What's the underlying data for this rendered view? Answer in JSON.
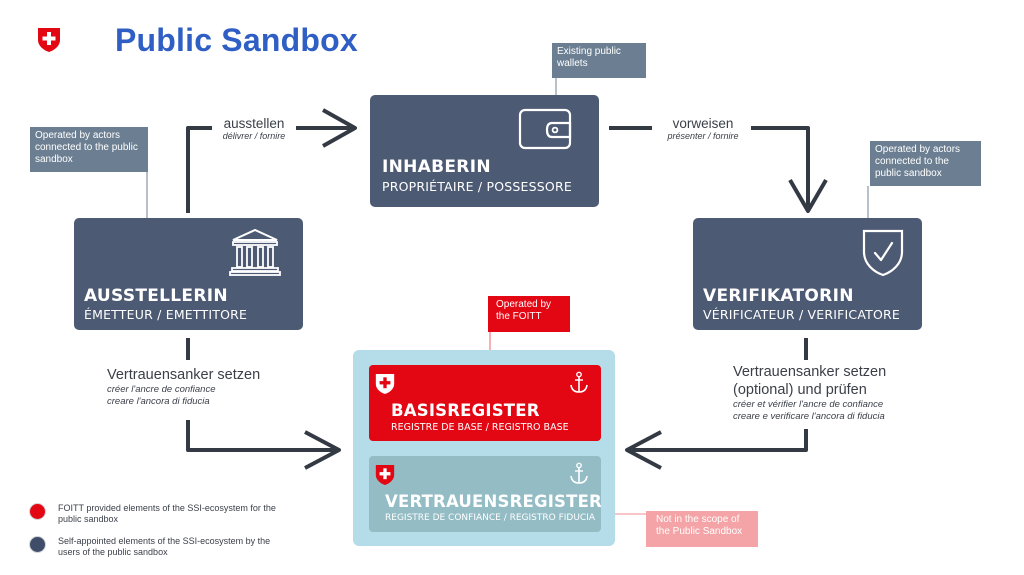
{
  "header": {
    "title": "Public Sandbox"
  },
  "holder": {
    "name": "INHABERIN",
    "sub": "PROPRIÉTAIRE / POSSESSORE",
    "icon": "wallet-icon",
    "note": "Existing public wallets"
  },
  "issuer": {
    "name": "AUSSTELLERIN",
    "sub": "ÉMETTEUR / EMETTITORE",
    "icon": "building-icon",
    "note": "Operated by actors connected to the public sandbox"
  },
  "verifier": {
    "name": "VERIFIKATORIN",
    "sub": "VÉRIFICATEUR / VERIFICATORE",
    "icon": "shield-check-icon",
    "note": "Operated by actors connected to the public sandbox"
  },
  "flows": {
    "issue": {
      "main": "ausstellen",
      "sub": "délivrer / fornire"
    },
    "present": {
      "main": "vorweisen",
      "sub": "présenter / fornire"
    },
    "issuer_anchor": {
      "main": "Vertrauensanker setzen",
      "sub1": "créer l'ancre de confiance",
      "sub2": "creare l'ancora di fiducia"
    },
    "verifier_anchor": {
      "main1": "Vertrauensanker setzen",
      "main2": "(optional) und prüfen",
      "sub1": "créer et vérifier l'ancre de confiance",
      "sub2": "creare e verificare l'ancora di fiducia"
    }
  },
  "registers": {
    "base": {
      "name": "BASISREGISTER",
      "sub": "REGISTRE DE BASE / REGISTRO BASE",
      "tag": "Operated by the FOITT"
    },
    "trust": {
      "name": "VERTRAUENSREGISTER",
      "sub": "REGISTRE DE CONFIANCE / REGISTRO FIDUCIA",
      "tag": "Not in the scope of the Public Sandbox"
    }
  },
  "legend": {
    "foitt": "FOITT provided elements of the SSI-ecosystem for the public sandbox",
    "self": "Self-appointed elements of the SSI-ecosystem by the users of the public sandbox"
  },
  "colors": {
    "title": "#2f5fc4",
    "actor_box": "#4d5a73",
    "note": "#6c7f92",
    "swiss_red": "#e30613",
    "register_panel": "#b5dde9",
    "trust_register": "#93bcc4",
    "pink_tag": "#f4a3a6"
  }
}
